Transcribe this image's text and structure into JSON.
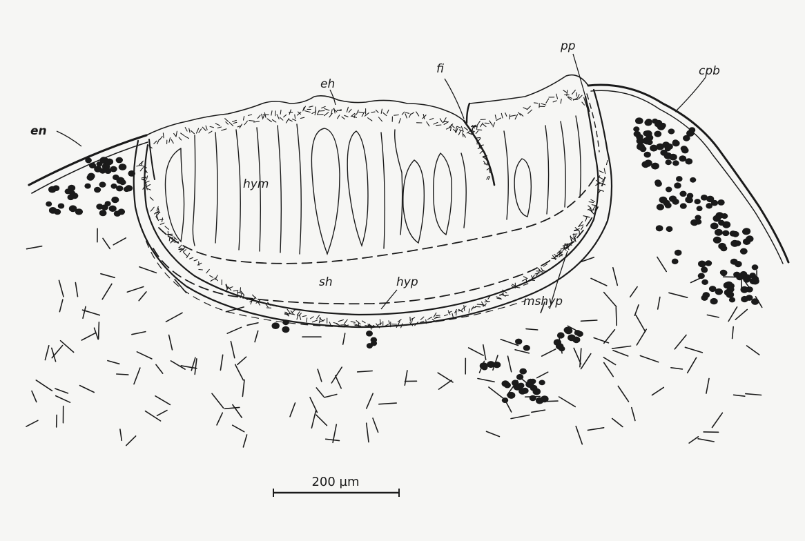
{
  "figure": {
    "labels": {
      "en": "en",
      "eh": "eh",
      "fi": "fi",
      "pp": "pp",
      "cpb": "cpb",
      "hym": "hym",
      "sh": "sh",
      "hyp": "hyp",
      "mshyp": "mshyp"
    },
    "scale_bar": {
      "label": "200 µm"
    },
    "colors": {
      "background": "#f6f6f4",
      "ink": "#1a1a1a"
    }
  }
}
